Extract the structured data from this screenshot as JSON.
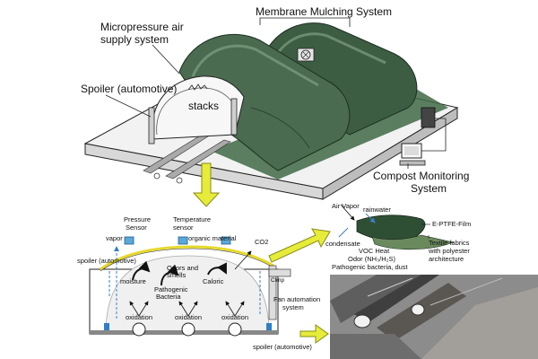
{
  "top": {
    "membrane_label": "Membrane Mulching System",
    "supply_label_1": "Micropressure air",
    "supply_label_2": "supply system",
    "spoiler_label": "Spoiler (automotive)",
    "stacks_label": "stacks",
    "monitor_label_1": "Compost Monitoring",
    "monitor_label_2": "System"
  },
  "section": {
    "pressure_sensor_1": "Pressure",
    "pressure_sensor_2": "Sensor",
    "temperature_sensor_1": "Temperature",
    "temperature_sensor_2": "sensor",
    "organic_material": "organic material",
    "co2": "CO2",
    "vapor": "vapor",
    "spoiler": "spoiler (automotive)",
    "moisture": "moisture",
    "odors_1": "Odors and",
    "odors_2": "smells",
    "pathogenic_1": "Pathogenic",
    "pathogenic_2": "Bacteria",
    "caloric": "Caloric",
    "oxidation": "oxidation",
    "fan_1": "Fan automation",
    "fan_2": "system",
    "bottom_spoiler": "spoiler (automotive)",
    "clamp": "Clmp"
  },
  "film": {
    "air_vapor": "Air Vapor",
    "rainwater": "rainwater",
    "eptfe": "E-PTFE-Film",
    "condensate": "condensate",
    "voc": "VOC Heat",
    "odor": "Odor (NH₃/H₂S)",
    "pathogenic": "Pathogenic bacteria, dust",
    "textile_1": "Textile fabrics",
    "textile_2": "with polyester",
    "textile_3": "architecture"
  },
  "colors": {
    "membrane_green": "#4a6b50",
    "yellow_arrow": "#e6ec3a",
    "sensor_blue": "#5aa8d8"
  }
}
